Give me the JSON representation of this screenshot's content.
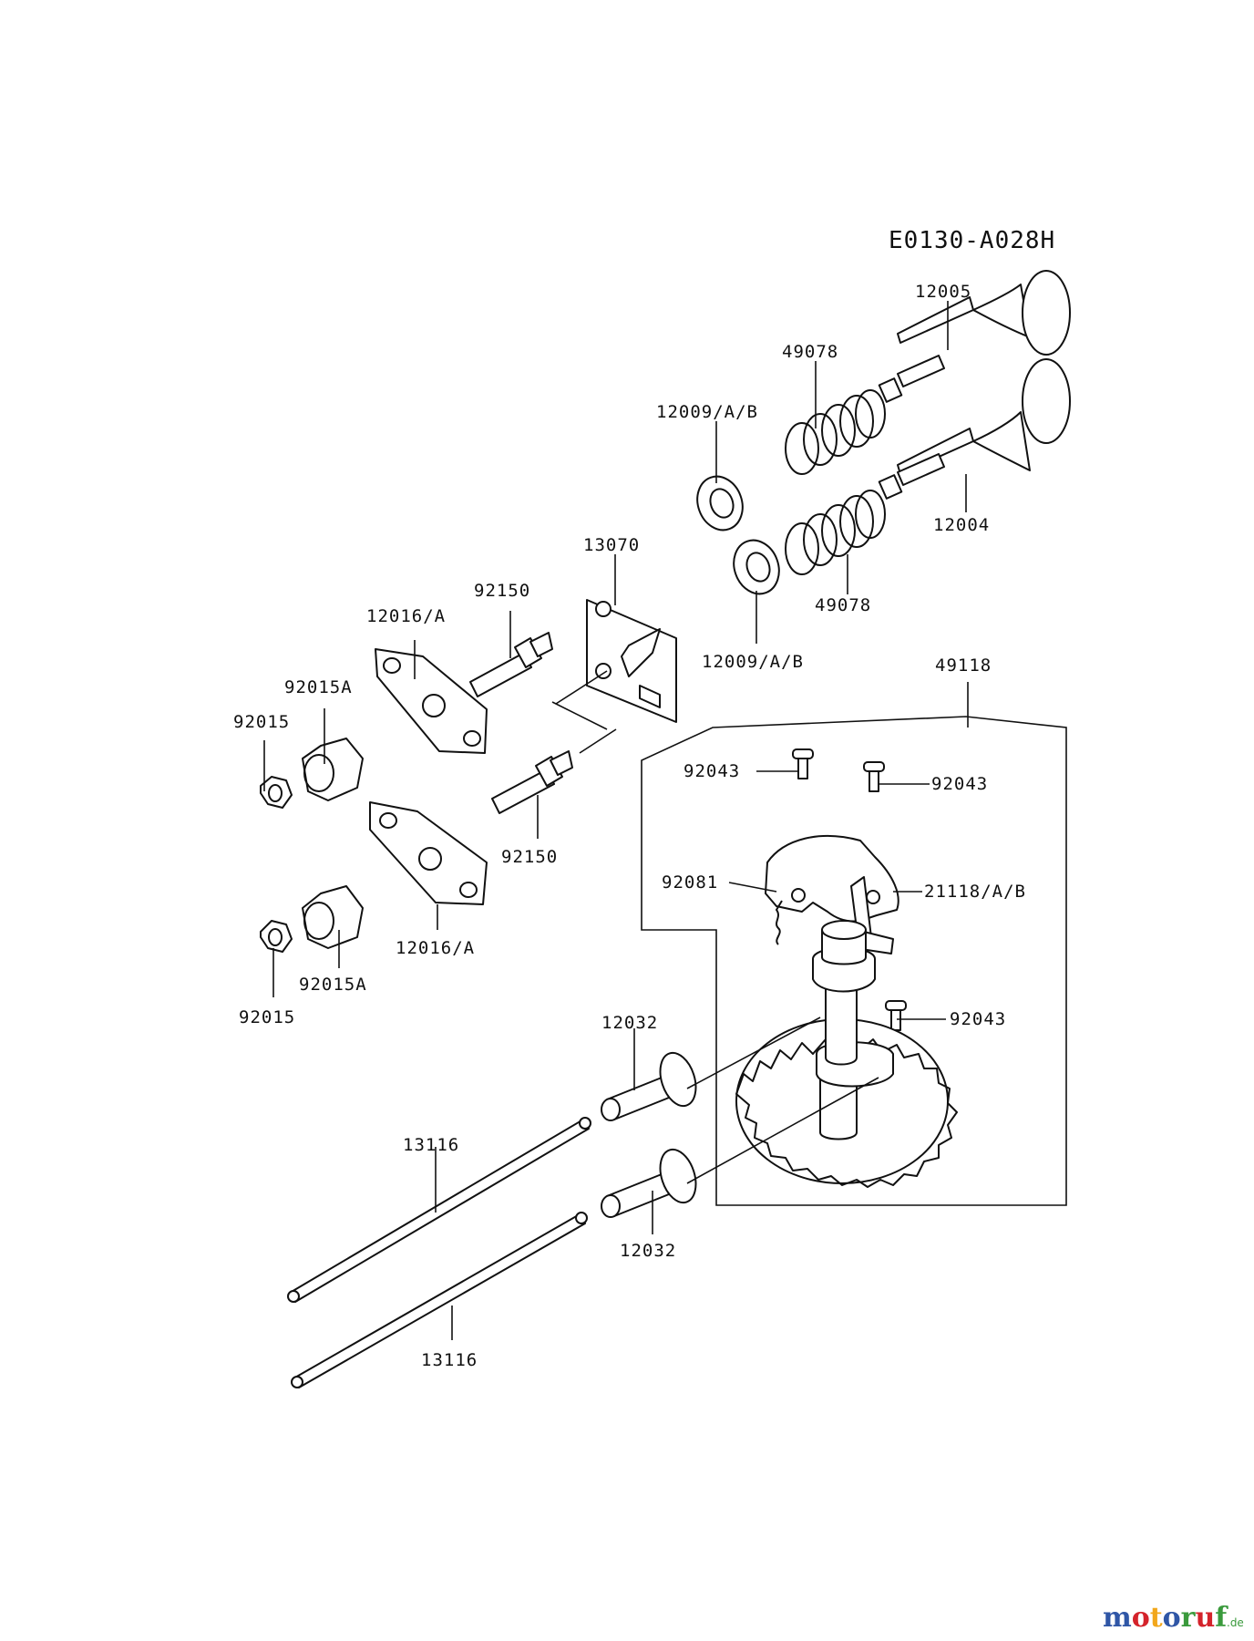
{
  "diagram_code": "E0130-A028H",
  "labels": {
    "p12005": "12005",
    "p49078_top": "49078",
    "p12009_top": "12009/A/B",
    "p12004": "12004",
    "p13070": "13070",
    "p49078_bot": "49078",
    "p92150_top": "92150",
    "p12016_top": "12016/A",
    "p12009_bot": "12009/A/B",
    "p49118": "49118",
    "p92015A_top": "92015A",
    "p92015_top": "92015",
    "p92043_left": "92043",
    "p92043_right": "92043",
    "p92150_bot": "92150",
    "p92081": "92081",
    "p21118": "21118/A/B",
    "p12016_bot": "12016/A",
    "p92015A_bot": "92015A",
    "p92015_bot": "92015",
    "p92043_cam": "92043",
    "p12032_top": "12032",
    "p13116_top": "13116",
    "p12032_bot": "12032",
    "p13116_bot": "13116"
  },
  "watermark": {
    "letters": [
      "m",
      "o",
      "t",
      "o",
      "r",
      "u",
      "f"
    ],
    "suffix": ".de",
    "colors": [
      "#2f56a6",
      "#d4232b",
      "#f2a71b",
      "#2f56a6",
      "#3a9a3c",
      "#d4232b",
      "#3a9a3c"
    ]
  }
}
